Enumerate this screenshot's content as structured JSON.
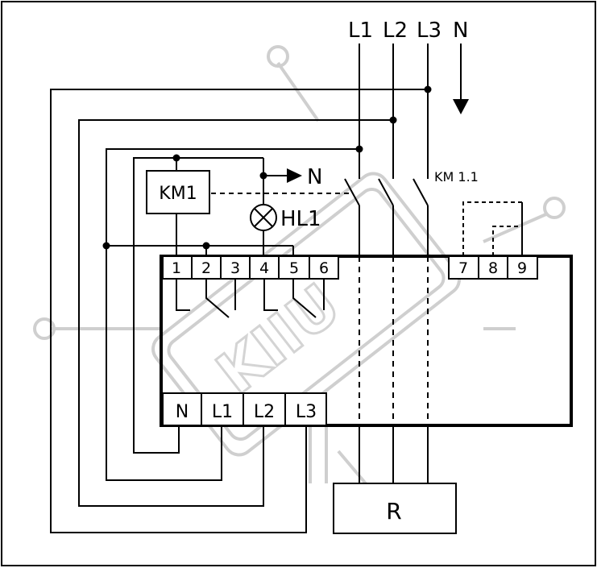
{
  "supply": {
    "phases": [
      "L1",
      "L2",
      "L3"
    ],
    "neutral": "N"
  },
  "components": {
    "contactor_coil": "KM1",
    "contactor_contact": "KM 1.1",
    "lamp": "HL1",
    "lamp_neutral": "N",
    "load": "R"
  },
  "relay": {
    "top_terminals": [
      "1",
      "2",
      "3",
      "4",
      "5",
      "6"
    ],
    "aux_terminals": [
      "7",
      "8",
      "9"
    ],
    "bottom_terminals": [
      "N",
      "L1",
      "L2",
      "L3"
    ]
  },
  "watermark": "KIIU",
  "colors": {
    "line": "#000000",
    "watermark": "#cfcfcf",
    "background": "#ffffff"
  }
}
